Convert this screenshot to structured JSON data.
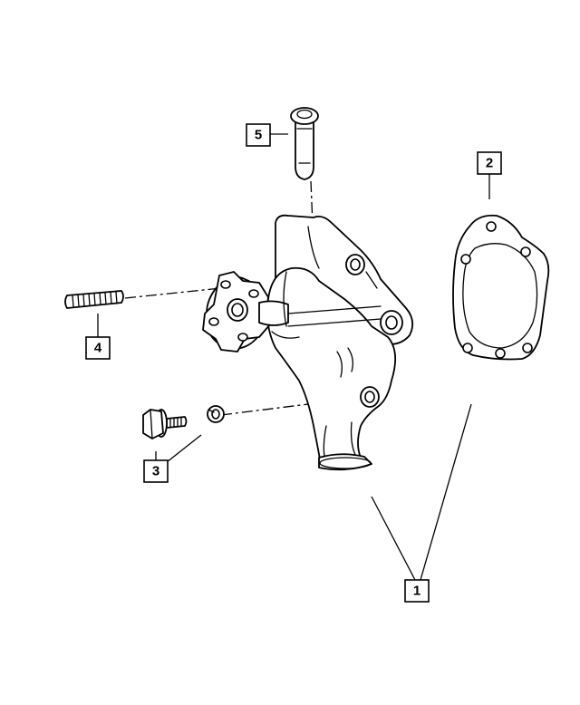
{
  "callouts": [
    {
      "id": "1",
      "label": "1"
    },
    {
      "id": "2",
      "label": "2"
    },
    {
      "id": "3",
      "label": "3"
    },
    {
      "id": "4",
      "label": "4"
    },
    {
      "id": "5",
      "label": "5"
    }
  ],
  "parts": {
    "water_pump": "water-pump-housing",
    "gasket": "water-pump-gasket",
    "bolt": "flange-bolt",
    "washer": "lock-washer",
    "stud": "threaded-stud",
    "dowel": "dowel-pin"
  },
  "colors": {
    "line": "#000000",
    "background": "#ffffff"
  }
}
